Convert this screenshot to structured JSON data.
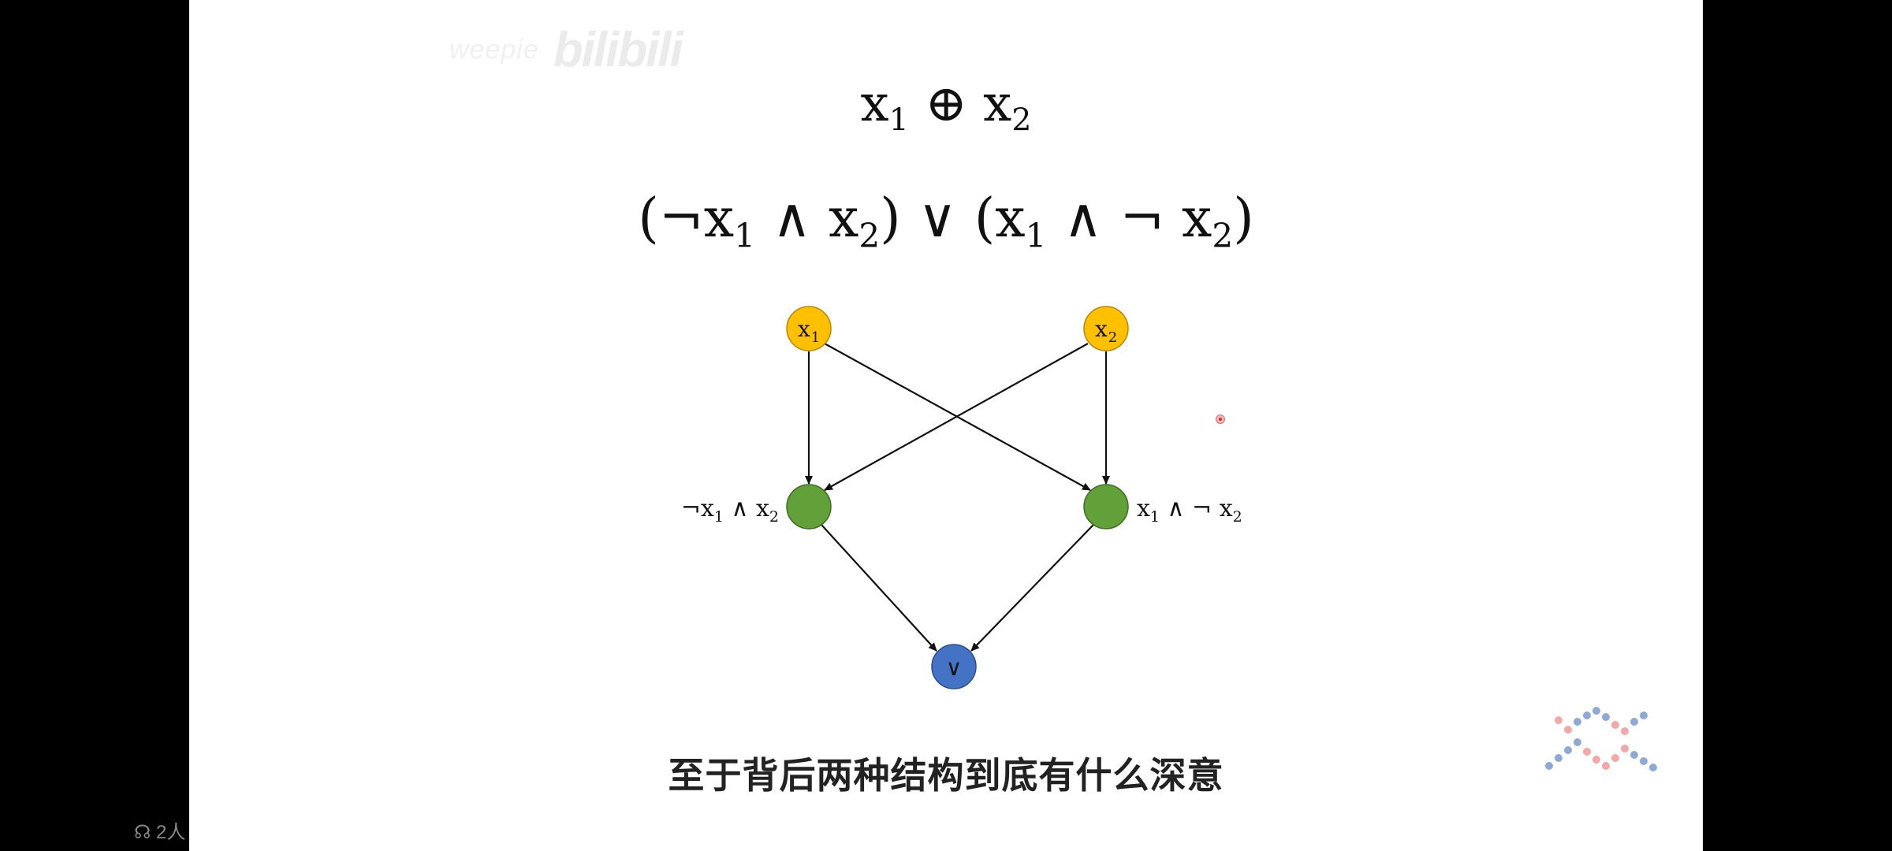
{
  "watermark": {
    "user": "weepie",
    "logo": "bilibili"
  },
  "formulas": {
    "xor": {
      "a": "x",
      "a_sub": "1",
      "op": "⊕",
      "b": "x",
      "b_sub": "2"
    },
    "expansion": {
      "open1": "(¬x",
      "s1": "1",
      "mid1": " ∧ x",
      "s2": "2",
      "close1": ") ∨ (x",
      "s3": "1",
      "mid2": " ∧ ¬ x",
      "s4": "2",
      "close2": ")"
    }
  },
  "diagram": {
    "nodes": {
      "x1": {
        "label": "x",
        "sub": "1",
        "color": "#FFC000"
      },
      "x2": {
        "label": "x",
        "sub": "2",
        "color": "#FFC000"
      },
      "left_and": {
        "color": "#62A03A"
      },
      "right_and": {
        "color": "#62A03A"
      },
      "or": {
        "label": "∨",
        "color": "#4472C4"
      }
    },
    "labels": {
      "left": {
        "a": "¬x",
        "a_sub": "1",
        "b": " ∧ x",
        "b_sub": "2"
      },
      "right": {
        "a": "x",
        "a_sub": "1",
        "b": " ∧ ¬ x",
        "b_sub": "2"
      }
    }
  },
  "subtitle": "至于背后两种结构到底有什么深意",
  "viewer_count": "2人",
  "colors": {
    "accent_pink": "#F4A7A7",
    "accent_blue": "#8FA9D6"
  }
}
